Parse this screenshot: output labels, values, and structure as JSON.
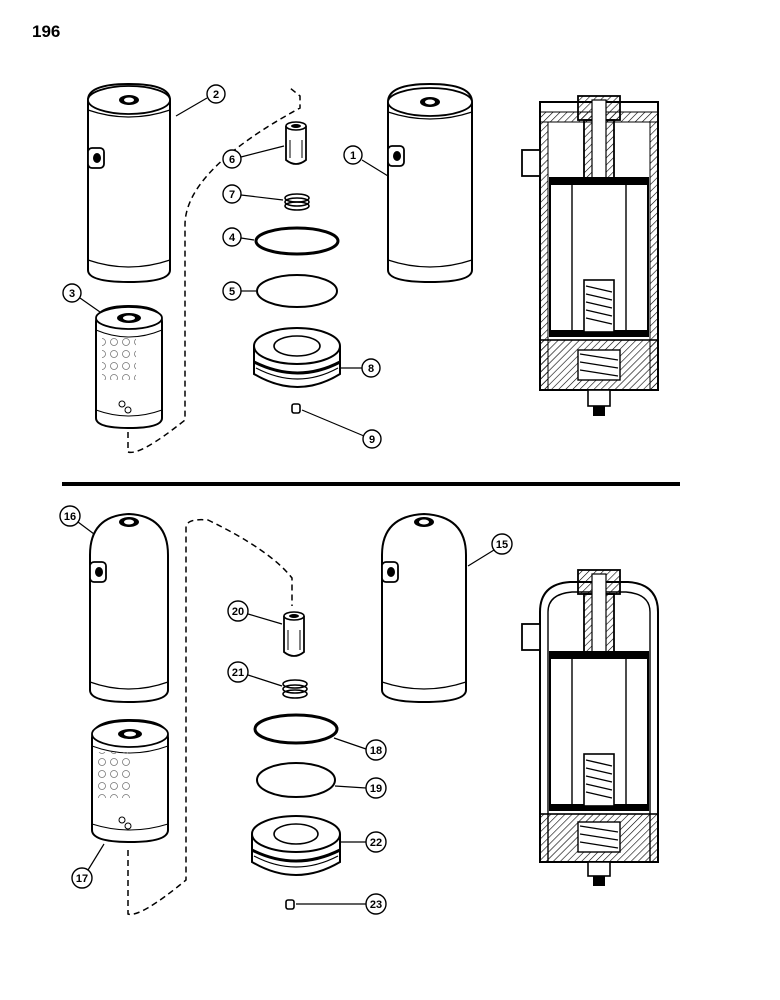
{
  "page_number": "196",
  "callouts": {
    "c1": "1",
    "c2": "2",
    "c3": "3",
    "c4": "4",
    "c5": "5",
    "c6": "6",
    "c7": "7",
    "c8": "8",
    "c9": "9",
    "c15": "15",
    "c16": "16",
    "c17": "17",
    "c18": "18",
    "c19": "19",
    "c20": "20",
    "c21": "21",
    "c22": "22",
    "c23": "23"
  },
  "colors": {
    "ink": "#000000",
    "paper": "#ffffff",
    "gray": "#cfcfcf"
  }
}
